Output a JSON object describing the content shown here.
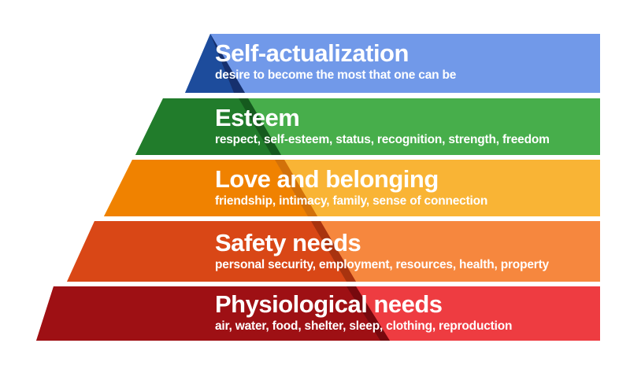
{
  "diagram": {
    "type": "pyramid",
    "background": "#ffffff",
    "text_color": "#ffffff",
    "band_right_edge": "x=762",
    "tiers": [
      {
        "label": "Self-actualization",
        "description": "desire to become the most that one can be",
        "colors": {
          "face": "#1d4c9c",
          "fold": "#16306e",
          "band": "#7199e9"
        }
      },
      {
        "label": "Esteem",
        "description": "respect, self-esteem, status, recognition, strength, freedom",
        "colors": {
          "face": "#217c2b",
          "fold": "#155a1e",
          "band": "#47ae4b"
        }
      },
      {
        "label": "Love and belonging",
        "description": "friendship, intimacy, family, sense of connection",
        "colors": {
          "face": "#f08200",
          "fold": "#d2710a",
          "band": "#f9b435"
        }
      },
      {
        "label": "Safety needs",
        "description": "personal security, employment, resources, health, property",
        "colors": {
          "face": "#d94716",
          "fold": "#a8330f",
          "band": "#f6873e"
        }
      },
      {
        "label": "Physiological needs",
        "description": "air, water, food, shelter, sleep, clothing, reproduction",
        "colors": {
          "face": "#9e1014",
          "fold": "#77090e",
          "band": "#ee3c41"
        }
      }
    ]
  }
}
